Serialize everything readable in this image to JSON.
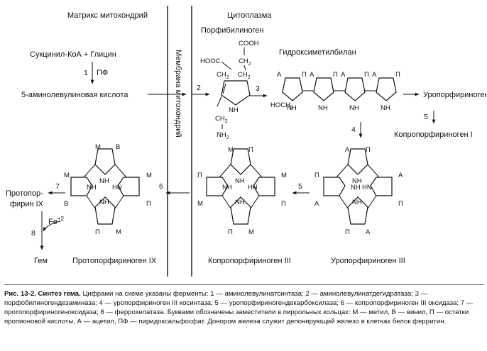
{
  "labels": {
    "matrix": "Матрикс митохондрий",
    "cytoplasm": "Цитоплазма",
    "membrane": "Мембрана митохондрий",
    "succinyl": "Сукцинил-КоА + Глицин",
    "pf": "ПФ",
    "ala": "5-аминолевулиновая кислота",
    "porphobilinogen": "Порфибилиноген",
    "hydroxymethylbilane": "Гидроксиметилбилан",
    "uro1": "Уропорфириноген I",
    "copro1": "Копропорфириноген I",
    "protoporphyrin_1": "Протопор-",
    "protoporphyrin_2": "фирин IX",
    "fe": "Fe",
    "fe_sup": "+2",
    "heme": "Гем",
    "protogen9": "Протопорфириноген IX",
    "coprogen3": "Копропорфириноген III",
    "urogen3": "Уропорфириноген III"
  },
  "steps": [
    "1",
    "2",
    "3",
    "4",
    "5",
    "5",
    "6",
    "7",
    "8"
  ],
  "groups": {
    "cooh": "COOH",
    "hooc": "HOOC",
    "ch2": "CH",
    "sub2": "2",
    "nh": "NH",
    "hn": "HN",
    "hoch2": "HOCH",
    "nh2": "NH",
    "a": "А",
    "p": "П",
    "m": "М",
    "b": "В"
  },
  "caption": {
    "title": "Рис. 13-2. Синтез гема.",
    "text": "Цифрами на схеме указаны ферменты: 1 — аминолевулинатсинтаза; 2 — аминолевулинатдегидратаза; 3 — порфобилиногендезаминаза; 4 — уропорфириноген III косинтаза; 5 — уропорфириногендекарбоксилаза; 6 — копропорфириноген III оксидаза; 7 — протопорфириногеноксидаза; 8 — феррохелатаза. Буквами обозначены заместители в пиррольных кольцах: М — метил, В — винил, П — остатки пропионовой кислоты, А — ацетил, ПФ — пиридоксальфосфат. Донором железа служит депонирующий железо в клетках белок ферритин."
  }
}
